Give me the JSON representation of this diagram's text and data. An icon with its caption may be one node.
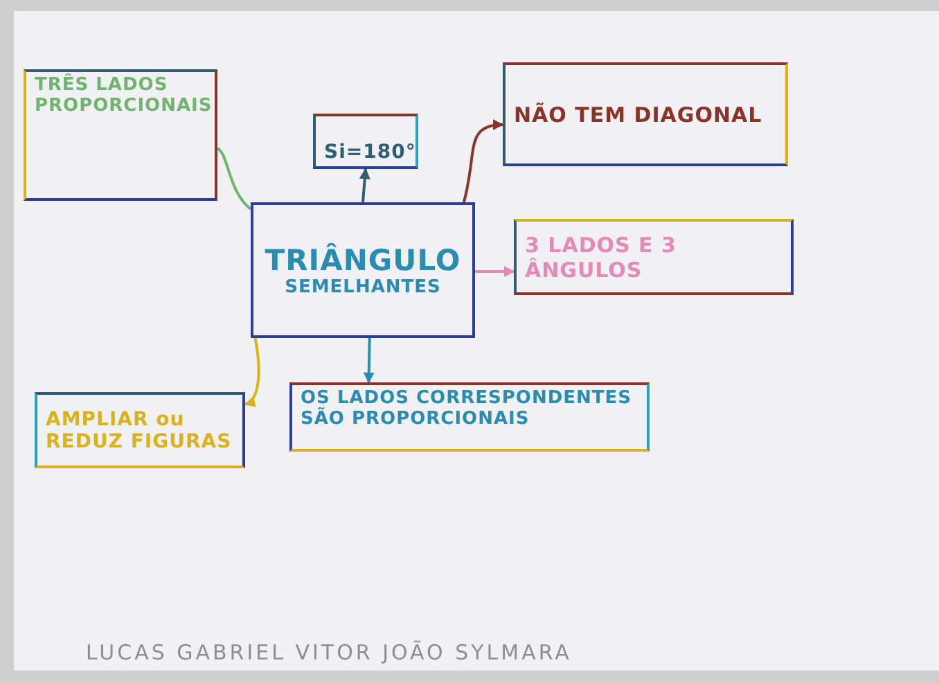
{
  "diagram": {
    "nodes": [
      {
        "text": [
          "TRÊS LADOS PROPORCIONAIS"
        ]
      },
      {
        "text": [
          "Si=180°"
        ]
      },
      {
        "text": [
          "NÃO TEM DIAGONAL"
        ]
      },
      {
        "text": [
          "TRIÂNGULO",
          "SEMELHANTES"
        ]
      },
      {
        "text": [
          "3 LADOS E 3 ÂNGULOS"
        ]
      },
      {
        "text": [
          "AMPLIAR ou REDUZ FIGURAS"
        ]
      },
      {
        "text": [
          "OS LADOS CORRESPONDENTES SÃO PROPORCIONAIS"
        ]
      }
    ],
    "edges": [
      {
        "from": 3,
        "to": 0,
        "arrow": "none",
        "color": "#6fb56f"
      },
      {
        "from": 3,
        "to": 1,
        "arrow": "to",
        "color": "#2f5e73"
      },
      {
        "from": 3,
        "to": 2,
        "arrow": "to",
        "color": "#8b3328"
      },
      {
        "from": 3,
        "to": 4,
        "arrow": "to",
        "color": "#e58ab8"
      },
      {
        "from": 3,
        "to": 5,
        "arrow": "to",
        "color": "#d9b21f"
      },
      {
        "from": 3,
        "to": 6,
        "arrow": "to",
        "color": "#2a8cb0"
      }
    ],
    "labels": [
      "LUCAS GABRIEL VITOR JOÃO SYLMARA"
    ]
  }
}
